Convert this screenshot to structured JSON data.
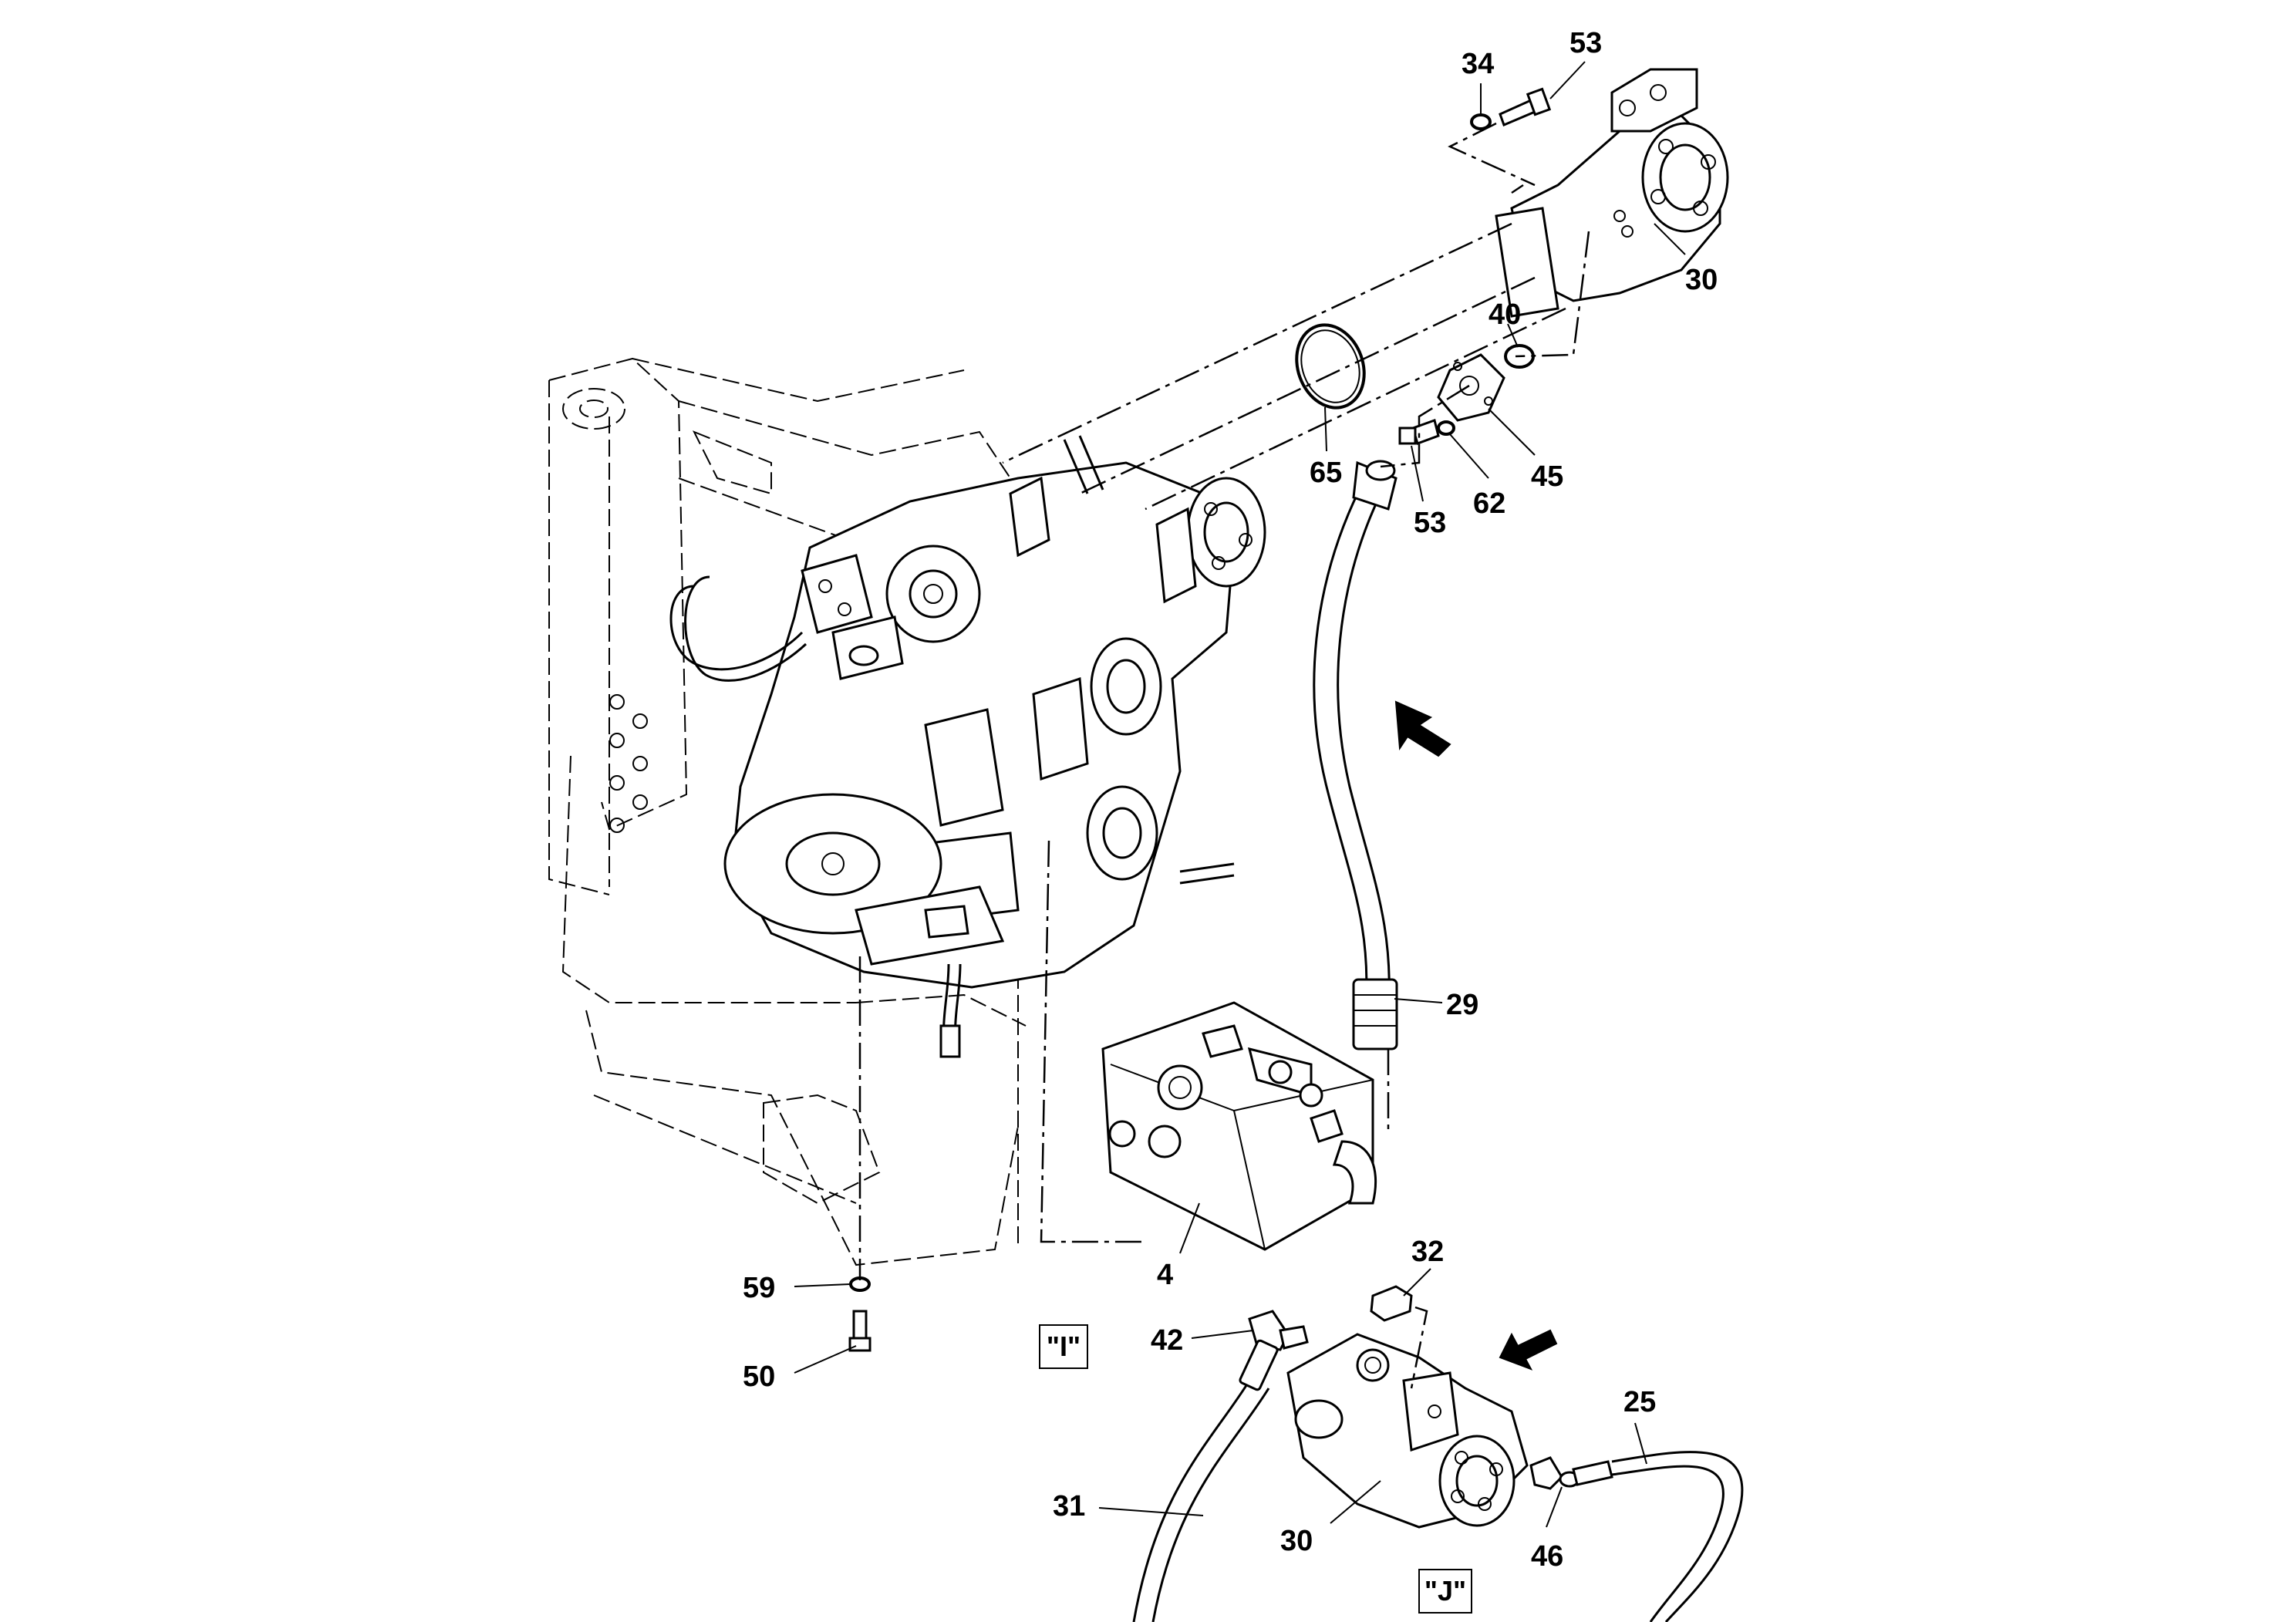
{
  "callouts": {
    "c34": "34",
    "c53_top": "53",
    "c30_top": "30",
    "c40": "40",
    "c65": "65",
    "c45": "45",
    "c62": "62",
    "c53_mid": "53",
    "c29": "29",
    "c4": "4",
    "c59": "59",
    "c50": "50",
    "c32": "32",
    "c42": "42",
    "c25": "25",
    "c31": "31",
    "c30_bottom": "30",
    "c46": "46"
  },
  "view_labels": {
    "view_i": "\"I\"",
    "view_j": "\"J\""
  }
}
